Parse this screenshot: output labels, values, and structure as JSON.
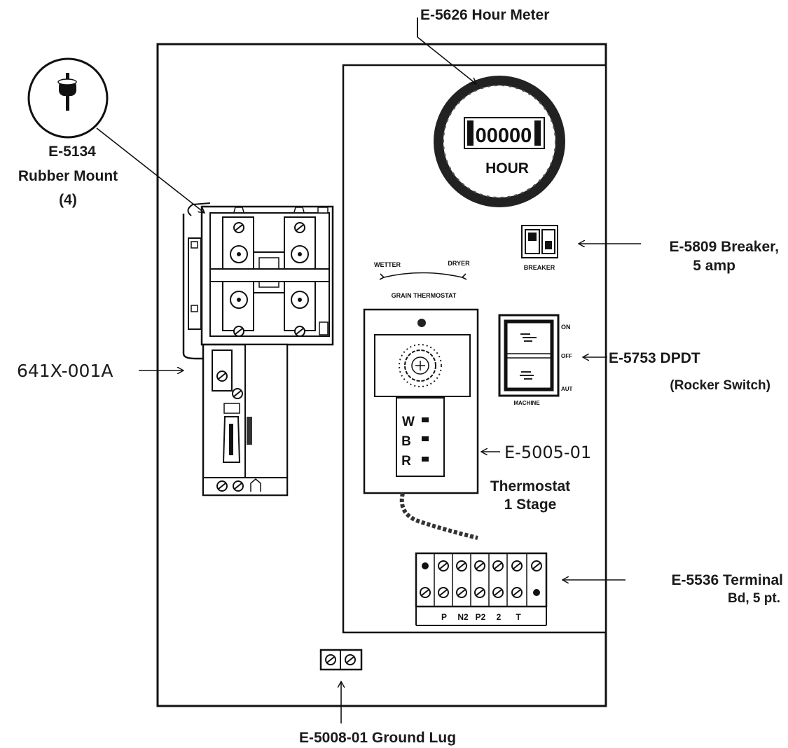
{
  "callouts": {
    "hour_meter": "E-5626 Hour Meter",
    "rubber_mount": [
      "E-5134",
      "Rubber Mount",
      "(4)"
    ],
    "contactor": "641X-001A",
    "breaker": [
      "E-5809 Breaker,",
      "5 amp"
    ],
    "rocker_switch": [
      "E-5753 DPDT",
      "(Rocker Switch)"
    ],
    "thermostat_part": "E-5005-01",
    "thermostat_desc": [
      "Thermostat",
      "1 Stage"
    ],
    "terminal_board": [
      "E-5536  Terminal",
      "Bd, 5 pt."
    ],
    "ground_lug": "E-5008-01  Ground Lug"
  },
  "hour_meter": {
    "digits": "00000",
    "label": "HOUR"
  },
  "breaker_label": "BREAKER",
  "grain_thermostat": {
    "wetter": "WETTER",
    "dryer": "DRYER",
    "title": "GRAIN THERMOSTAT"
  },
  "thermostat_wires": [
    "W",
    "B",
    "R"
  ],
  "switch_labels": {
    "on": "ON",
    "off": "OFF",
    "auto": "AUT",
    "caption": "MACHINE"
  },
  "terminal_labels": [
    "P",
    "N2",
    "P2",
    "2",
    "T"
  ]
}
